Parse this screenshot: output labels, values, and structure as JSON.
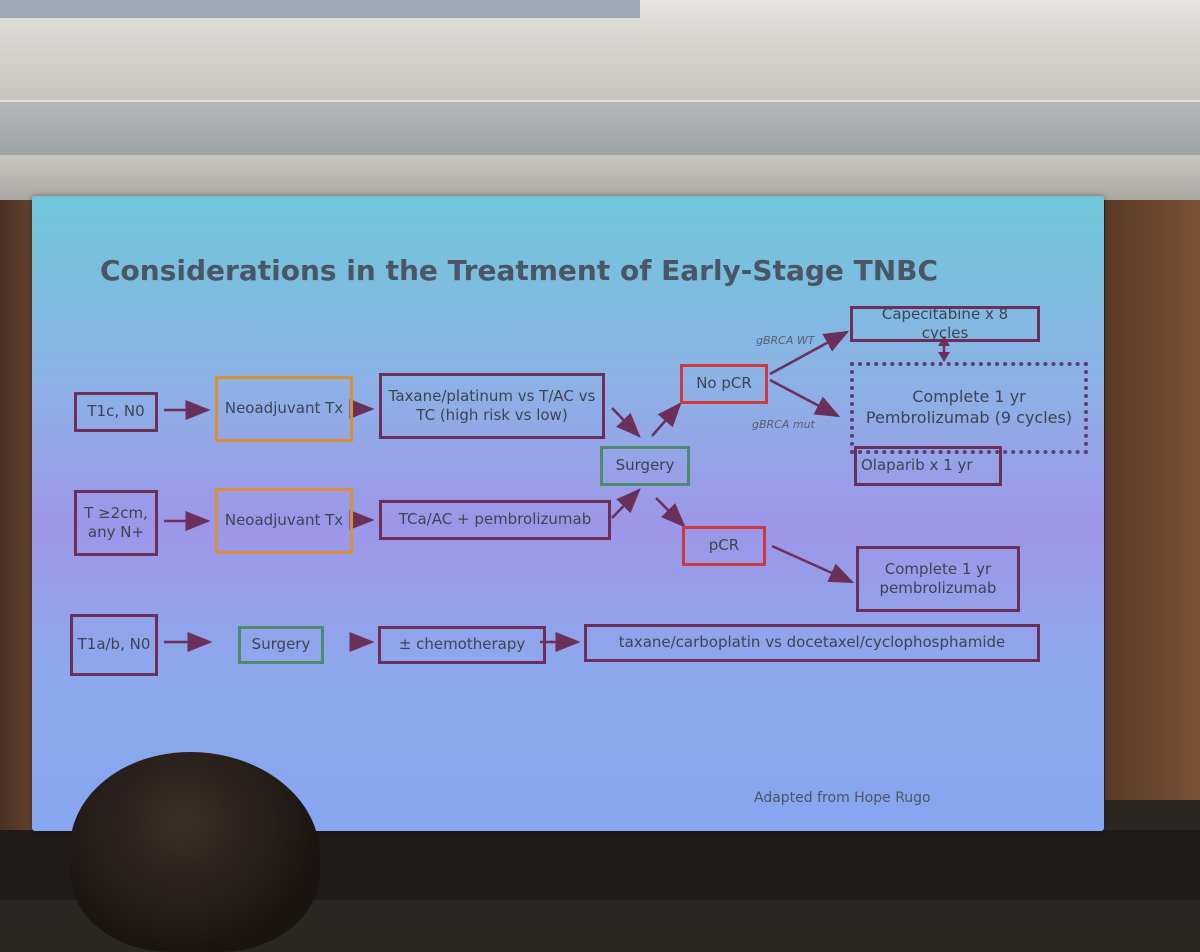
{
  "slide": {
    "title": "Considerations in the Treatment of Early-Stage TNBC",
    "credit": "Adapted from Hope Rugo"
  },
  "row1": {
    "patient": "T1c, N0",
    "neoadjuvant": "Neoadjuvant Tx",
    "regimen": "Taxane/platinum vs T/AC vs TC (high risk vs low)"
  },
  "row2": {
    "patient": "T ≥2cm, any N+",
    "neoadjuvant": "Neoadjuvant Tx",
    "regimen": "TCa/AC + pembrolizumab"
  },
  "row3": {
    "patient": "T1a/b, N0",
    "surgery": "Surgery",
    "chemo": "± chemotherapy",
    "regimen": "taxane/carboplatin vs docetaxel/cyclophosphamide"
  },
  "surgery": "Surgery",
  "no_pcr": {
    "label": "No pCR",
    "edge_wt": "gBRCA WT",
    "edge_mut": "gBRCA mut",
    "capecitabine": "Capecitabine x 8 cycles",
    "pembrolizumab": "Complete 1 yr Pembrolizumab (9 cycles)",
    "olaparib": "Olaparib x 1 yr"
  },
  "pcr": {
    "label": "pCR",
    "pembrolizumab": "Complete 1 yr pembrolizumab"
  },
  "colors": {
    "box_border": "#6a2f5b",
    "neoadjuvant_border": "#d8913a",
    "surgery_border": "#4e8a6e",
    "pcr_border": "#cc3b3f",
    "arrow": "#6a2f5b"
  }
}
